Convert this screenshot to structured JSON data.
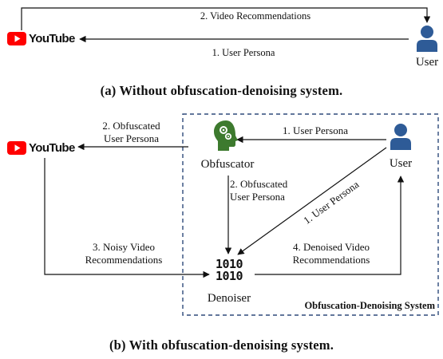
{
  "panel_a": {
    "youtube_word": "YouTube",
    "edge_top": "2. Video Recommendations",
    "edge_bottom": "1. User Persona",
    "user_label": "User",
    "caption": "(a) Without obfuscation-denoising system."
  },
  "panel_b": {
    "youtube_word": "YouTube",
    "edge_obf_to_yt": [
      "2. Obfuscated",
      "User Persona"
    ],
    "edge_user_to_obf": "1. User Persona",
    "edge_obf_to_denoiser": [
      "2. Obfuscated",
      "User Persona"
    ],
    "edge_user_to_denoiser": "1. User Persona",
    "edge_noisy": [
      "3. Noisy Video",
      "Recommendations"
    ],
    "edge_denoised": [
      "4. Denoised Video",
      "Recommendations"
    ],
    "obfuscator_label": "Obfuscator",
    "user_label": "User",
    "denoiser_label": "Denoiser",
    "denoiser_glyph": [
      "1010",
      "1010"
    ],
    "system_label": "Obfuscation-Denoising System",
    "caption": "(b) With obfuscation-denoising system."
  },
  "colors": {
    "user_blue": "#2e5b97",
    "obfuscator_green": "#3d7a2e",
    "youtube_red": "#ff0000",
    "dashed_border": "#2e4a7a"
  }
}
